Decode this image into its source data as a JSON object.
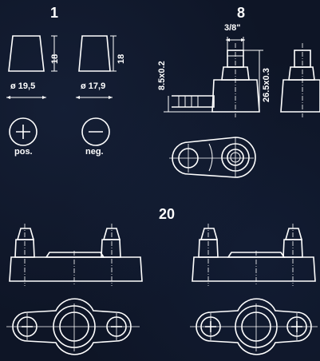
{
  "terminals": {
    "t1": {
      "number": "1",
      "pos": {
        "height": "18",
        "diameter": "ø 19,5",
        "label": "pos."
      },
      "neg": {
        "height": "18",
        "diameter": "ø 17,9",
        "label": "neg."
      }
    },
    "t8": {
      "number": "8",
      "thread": "3/8\"",
      "base_height": "8.5x0.2",
      "total_height": "26.5x0.3"
    },
    "t20": {
      "number": "20"
    }
  }
}
